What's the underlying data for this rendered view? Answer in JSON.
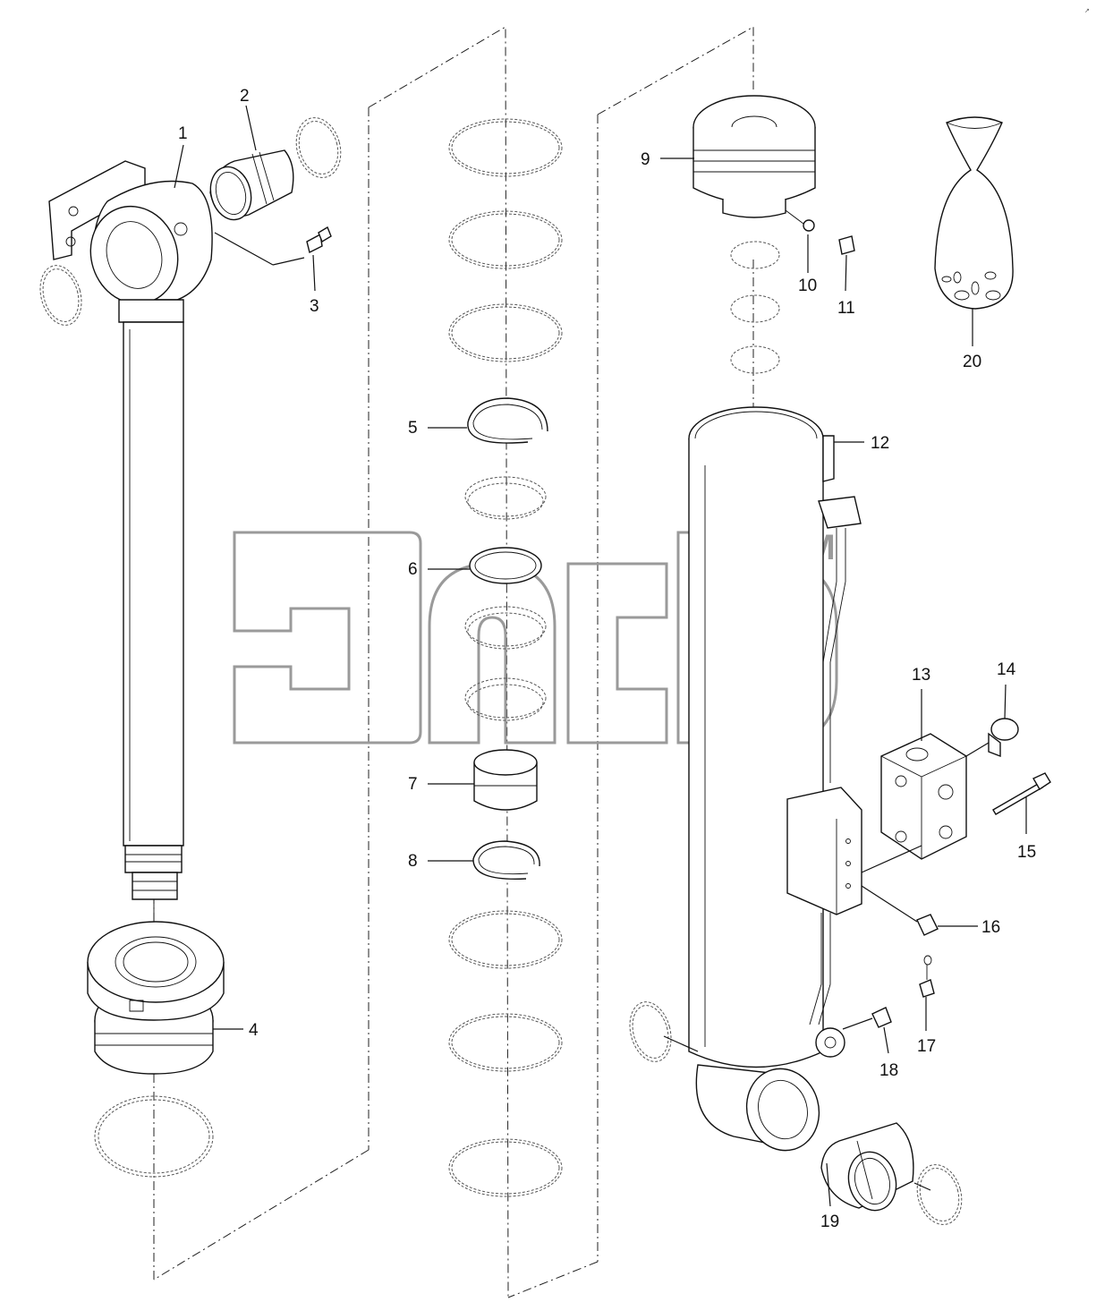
{
  "diagram": {
    "type": "exploded-parts-diagram",
    "watermark": {
      "text": "эпс",
      "trademark": "TM"
    },
    "corner_mark": "↗",
    "callouts": [
      {
        "id": "1",
        "label": "1"
      },
      {
        "id": "2",
        "label": "2"
      },
      {
        "id": "3",
        "label": "3"
      },
      {
        "id": "4",
        "label": "4"
      },
      {
        "id": "5",
        "label": "5"
      },
      {
        "id": "6",
        "label": "6"
      },
      {
        "id": "7",
        "label": "7"
      },
      {
        "id": "8",
        "label": "8"
      },
      {
        "id": "9",
        "label": "9"
      },
      {
        "id": "10",
        "label": "10"
      },
      {
        "id": "11",
        "label": "11"
      },
      {
        "id": "12",
        "label": "12"
      },
      {
        "id": "13",
        "label": "13"
      },
      {
        "id": "14",
        "label": "14"
      },
      {
        "id": "15",
        "label": "15"
      },
      {
        "id": "16",
        "label": "16"
      },
      {
        "id": "17",
        "label": "17"
      },
      {
        "id": "18",
        "label": "18"
      },
      {
        "id": "19",
        "label": "19"
      },
      {
        "id": "20",
        "label": "20"
      }
    ]
  }
}
